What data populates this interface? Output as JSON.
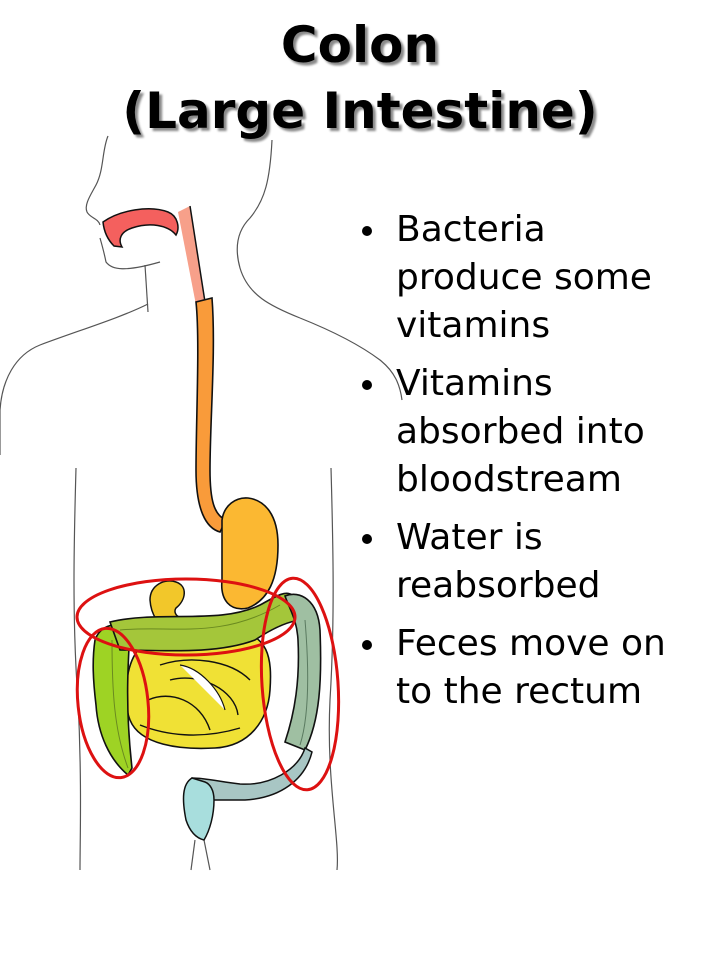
{
  "slide": {
    "title_lines": [
      "Colon",
      "(Large Intestine)"
    ],
    "bullets": [
      "Bacteria produce some vitamins",
      "Vitamins absorbed into bloodstream",
      "Water is reabsorbed",
      "Feces move on to the rectum"
    ]
  },
  "figure": {
    "description": "Human digestive system outline with colon regions circled",
    "highlight_color": "#dd1111",
    "organ_colors": {
      "mouth": "#f4605e",
      "pharynx": "#f7a08a",
      "esophagus": "#f99b3a",
      "stomach": "#fbb832",
      "duodenum": "#f2c72a",
      "small_intestine": "#f0e135",
      "ascending_colon": "#9ed324",
      "transverse_colon": "#a4c63a",
      "descending_colon": "#9fbfa2",
      "sigmoid_colon": "#a8c6c4",
      "rectum": "#a8dedd"
    },
    "highlight_regions": [
      "transverse-colon",
      "ascending-colon",
      "descending-colon"
    ]
  }
}
